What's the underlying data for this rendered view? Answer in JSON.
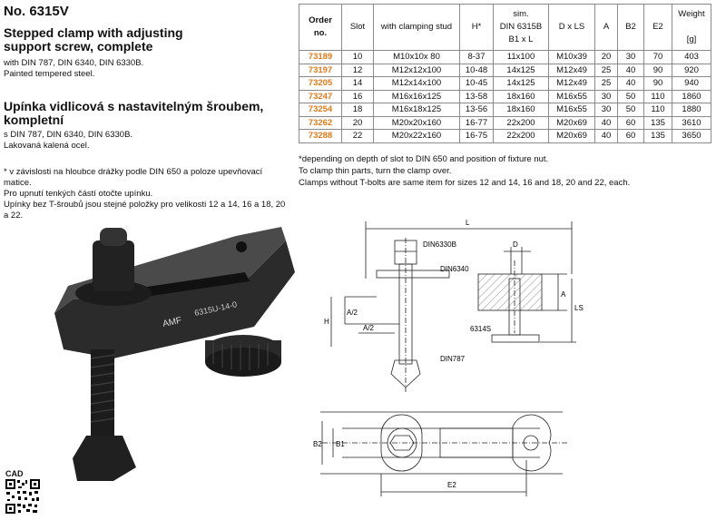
{
  "header": {
    "title": "No. 6315V",
    "subtitle_en": "Stepped clamp with adjusting support screw, complete",
    "din_en": "with DIN 787, DIN 6340, DIN 6330B.",
    "finish_en": "Painted tempered steel.",
    "subtitle_cz": "Upínka vidlicová s nastavitelným šroubem, kompletní",
    "din_cz": "s DIN 787, DIN 6340, DIN 6330B.",
    "finish_cz": "Lakovaná kalená ocel."
  },
  "notes_cz": {
    "line1": "* v závislosti na hloubce drážky podle DIN 650 a poloze upevňovací matice.",
    "line2": "Pro upnutí tenkých částí otočte upínku.",
    "line3": "Upínky bez T-šroubů jsou stejné položky pro velikosti 12 a 14, 16 a 18, 20 a 22."
  },
  "notes_en": {
    "line1": "*depending on depth of slot to DIN 650 and position of fixture nut.",
    "line2": "To clamp thin parts, turn the clamp over.",
    "line3": "Clamps without T-bolts are same item for sizes 12 and 14, 16 and 18, 20 and 22, each."
  },
  "table": {
    "headers": {
      "order_1": "Order",
      "order_2": "no.",
      "slot": "Slot",
      "stud": "with clamping stud",
      "h": "H*",
      "sim_1": "sim.",
      "sim_2": "DIN 6315B",
      "sim_3": "B1 x L",
      "dls": "D x LS",
      "a": "A",
      "b2": "B2",
      "e2": "E2",
      "weight": "Weight",
      "unit": "[g]"
    },
    "rows": [
      [
        "73189",
        "10",
        "M10x10x 80",
        "8-37",
        "11x100",
        "M10x39",
        "20",
        "30",
        "70",
        "403"
      ],
      [
        "73197",
        "12",
        "M12x12x100",
        "10-48",
        "14x125",
        "M12x49",
        "25",
        "40",
        "90",
        "920"
      ],
      [
        "73205",
        "14",
        "M12x14x100",
        "10-45",
        "14x125",
        "M12x49",
        "25",
        "40",
        "90",
        "940"
      ],
      [
        "73247",
        "16",
        "M16x16x125",
        "13-58",
        "18x160",
        "M16x55",
        "30",
        "50",
        "110",
        "1860"
      ],
      [
        "73254",
        "18",
        "M16x18x125",
        "13-56",
        "18x160",
        "M16x55",
        "30",
        "50",
        "110",
        "1880"
      ],
      [
        "73262",
        "20",
        "M20x20x160",
        "16-77",
        "22x200",
        "M20x69",
        "40",
        "60",
        "135",
        "3610"
      ],
      [
        "73288",
        "22",
        "M20x22x160",
        "16-75",
        "22x200",
        "M20x69",
        "40",
        "60",
        "135",
        "3650"
      ]
    ]
  },
  "photo": {
    "engraving": "6315U-14-0",
    "brand": "AMF"
  },
  "drawing": {
    "L": "L",
    "D": "D",
    "A": "A",
    "LS": "LS",
    "H": "H",
    "A2": "A/2",
    "A2b": "A/2",
    "B1": "B1",
    "B2": "B2",
    "E2": "E2",
    "din6330b": "DIN6330B",
    "din6340": "DIN6340",
    "s6314": "6314S",
    "din787": "DIN787"
  },
  "cad_label": "CAD"
}
